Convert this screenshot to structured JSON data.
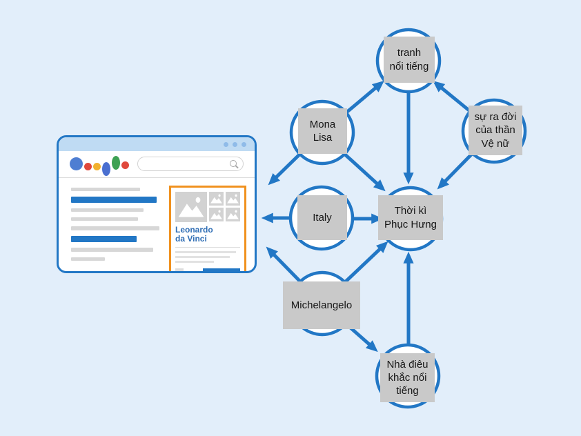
{
  "colors": {
    "background": "#e2eefa",
    "accent_blue": "#2277c5",
    "node_label_bg": "#c9c9c9",
    "panel_border_orange": "#f0911e",
    "knowledge_title_blue": "#2e6db4",
    "logo_red": "#e0483c",
    "logo_yellow": "#f2b12e",
    "logo_green": "#3da153",
    "logo_blue": "#4e7ed2"
  },
  "icons": {
    "search_icon": "magnifier-glyph",
    "image_placeholder_icon": "mountain-photo-glyph",
    "window_dots": "three-circle-window-buttons"
  },
  "browser": {
    "knowledge_panel_title": "Leonardo da Vinci"
  },
  "diagram": {
    "nodes": [
      {
        "id": "tranh-noi-tieng",
        "label": "tranh\nnổi tiếng"
      },
      {
        "id": "mona-lisa",
        "label": "Mona\nLisa"
      },
      {
        "id": "su-ra-doi-cua-than-ve-nu",
        "label": "sự ra đời\ncủa thần\nVệ nữ"
      },
      {
        "id": "italy",
        "label": "Italy"
      },
      {
        "id": "thoi-ki-phuc-hung",
        "label": "Thời kì\nPhục Hưng"
      },
      {
        "id": "michelangelo",
        "label": "Michelangelo"
      },
      {
        "id": "nha-dieu-khac-noi-tieng",
        "label": "Nhà điêu\nkhắc nổi\ntiếng"
      }
    ],
    "edges": [
      {
        "from": "Mona Lisa",
        "to": "tranh nổi tiếng"
      },
      {
        "from": "sự ra đời của thần Vệ nữ",
        "to": "tranh nổi tiếng"
      },
      {
        "from": "tranh nổi tiếng",
        "to": "Thời kì Phục Hưng"
      },
      {
        "from": "Mona Lisa",
        "to": "Thời kì Phục Hưng"
      },
      {
        "from": "sự ra đời của thần Vệ nữ",
        "to": "Thời kì Phục Hưng"
      },
      {
        "from": "Italy",
        "to": "Thời kì Phục Hưng"
      },
      {
        "from": "Mona Lisa",
        "to": "browser-result"
      },
      {
        "from": "Italy",
        "to": "browser-result"
      },
      {
        "from": "Michelangelo",
        "to": "browser-result"
      },
      {
        "from": "Michelangelo",
        "to": "Thời kì Phục Hưng"
      },
      {
        "from": "Nhà điêu khắc nổi tiếng",
        "to": "Thời kì Phục Hưng"
      },
      {
        "from": "Michelangelo",
        "to": "Nhà điêu khắc nổi tiếng"
      }
    ]
  }
}
